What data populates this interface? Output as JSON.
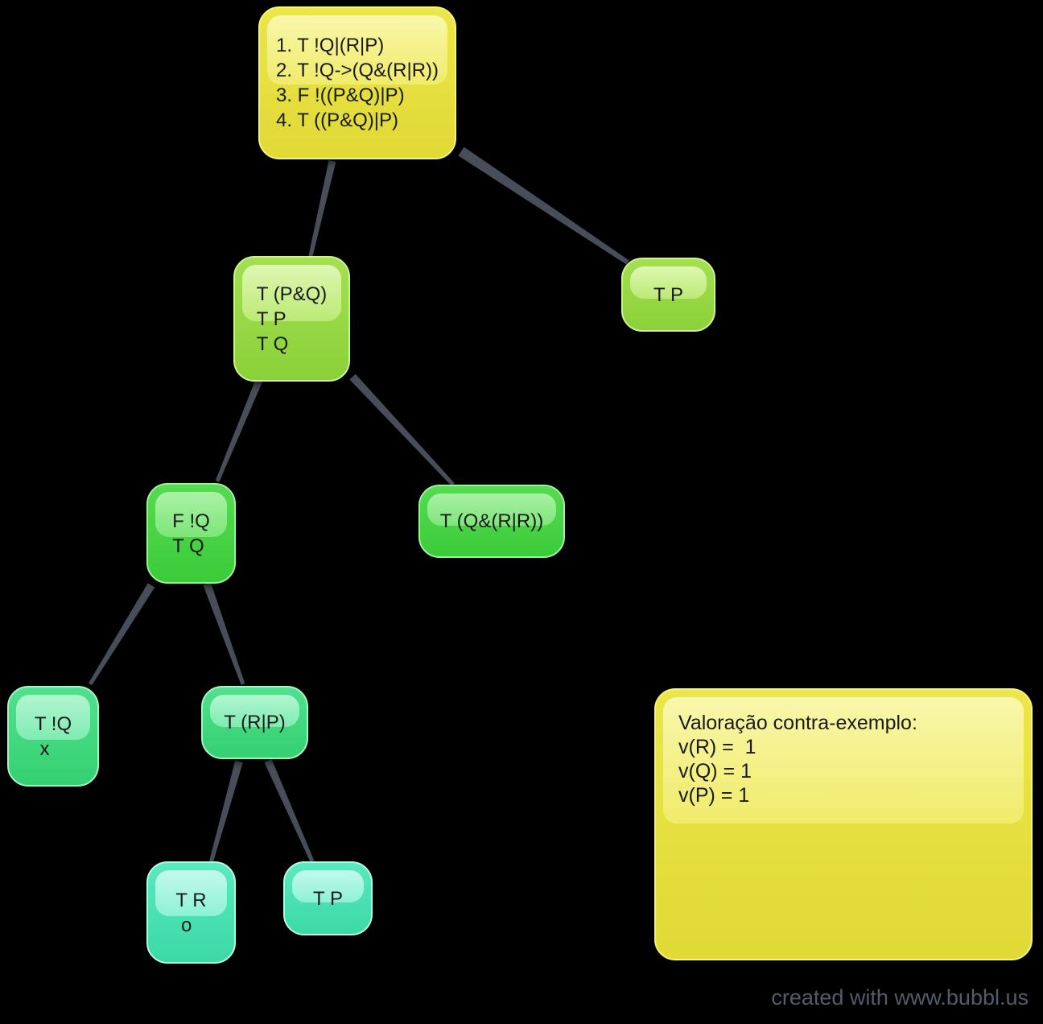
{
  "theme": {
    "edge": "#474d59",
    "text": "#1a1a1a",
    "watermark": "#555c69",
    "yellow_edge": "#f6f379",
    "yellow_rim_top": "#ebe64a",
    "yellow_rim_bottom": "#e0d936",
    "yellow_hi_top": "#f9f7ab",
    "yellow_hi_bottom": "#f0eb6a",
    "chartreuse_edge": "#cff194",
    "chartreuse_rim_top": "#a3df52",
    "chartreuse_rim_bottom": "#8bd139",
    "chartreuse_hi_top": "#dff6b2",
    "chartreuse_hi_bottom": "#bcea75",
    "green_edge": "#a3efa0",
    "green_rim_top": "#57da53",
    "green_rim_bottom": "#3bcc39",
    "green_hi_top": "#abf1a7",
    "green_hi_bottom": "#7de678",
    "emerald_edge": "#a8f3c8",
    "emerald_rim_top": "#52e08e",
    "emerald_rim_bottom": "#34d071",
    "emerald_hi_top": "#b2f5d1",
    "emerald_hi_bottom": "#7fecb1",
    "mint_edge": "#b9f7e5",
    "mint_rim_top": "#5ce8be",
    "mint_rim_bottom": "#3bd9a6",
    "mint_hi_top": "#c3f9ec",
    "mint_hi_bottom": "#8df2d5"
  },
  "nodes": {
    "premises": {
      "text": [
        "1. T !Q|(R|P)",
        "2. T !Q->(Q&(R|R))",
        "3. F !((P&Q)|P)",
        "4. T ((P&Q)|P)"
      ]
    },
    "conj": {
      "text": [
        "T (P&Q)",
        "T P",
        "T Q"
      ]
    },
    "tp_right": {
      "text": [
        "T P"
      ]
    },
    "fq": {
      "text": [
        "F !Q",
        "T Q"
      ]
    },
    "tqrr": {
      "text": [
        "T (Q&(R|R))"
      ]
    },
    "tq_closed": {
      "text": [
        "T !Q",
        " x"
      ]
    },
    "trp": {
      "text": [
        "T (R|P)"
      ]
    },
    "tr_open": {
      "text": [
        "T R",
        " o"
      ]
    },
    "tp_bottom": {
      "text": [
        "T P"
      ]
    }
  },
  "note": {
    "text": [
      "Valoração contra-exemplo:",
      "v(R) =  1",
      "v(Q) = 1",
      "v(P) = 1"
    ]
  },
  "watermark": {
    "text": "created with www.bubbl.us"
  }
}
